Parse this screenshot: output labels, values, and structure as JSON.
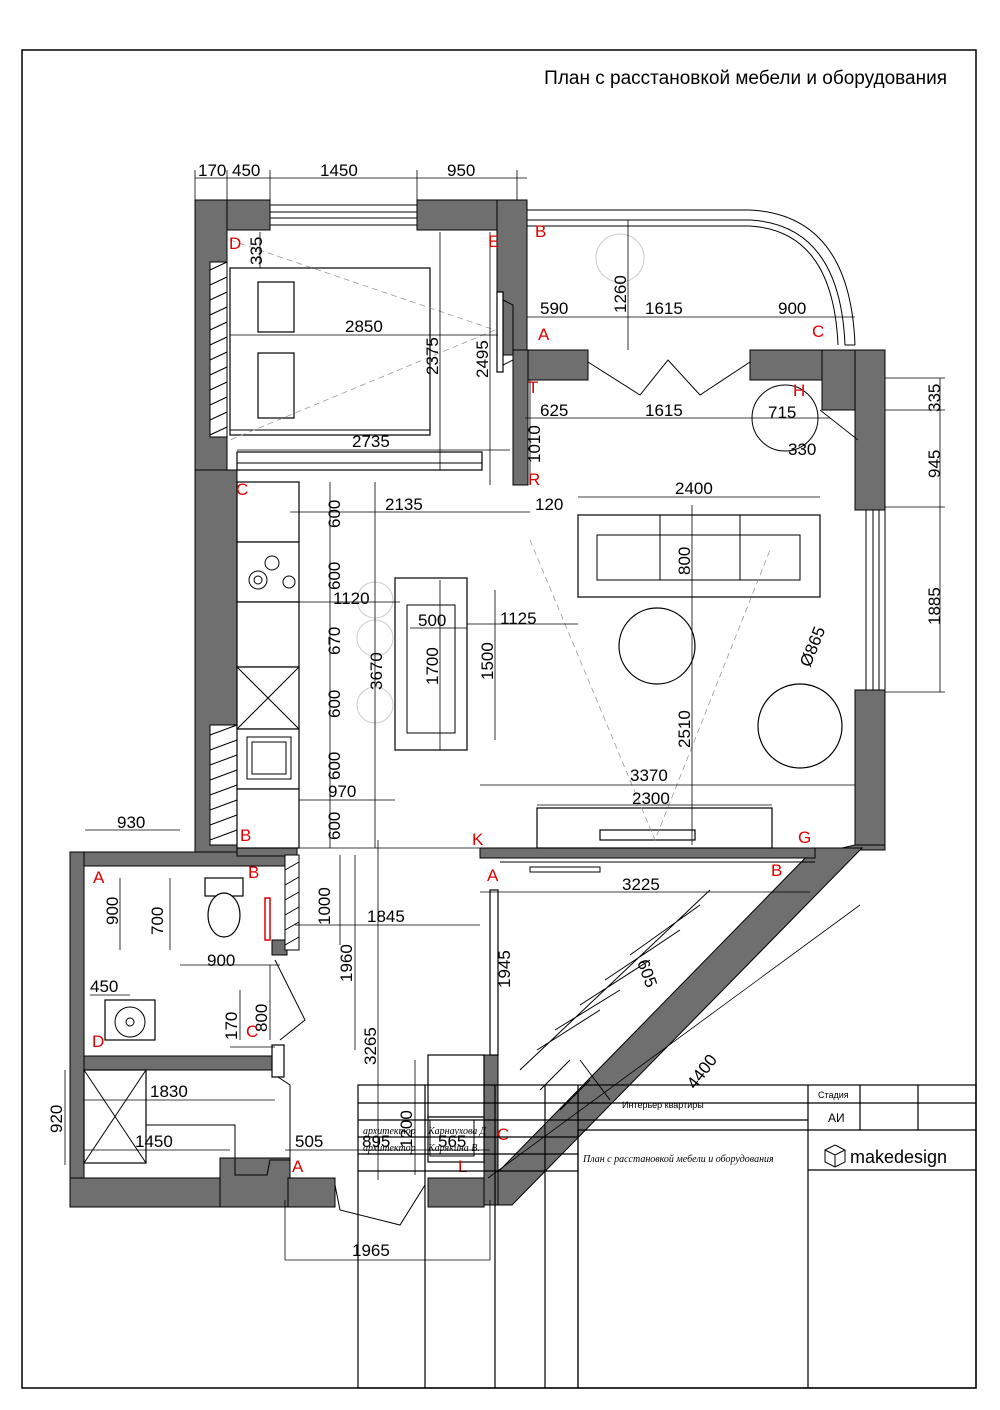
{
  "title": "План с расстановкой мебели и оборудования",
  "dimensions": {
    "d170": "170",
    "d450a": "450",
    "d1450a": "1450",
    "d950": "950",
    "d335a": "335",
    "d2850": "2850",
    "d2375": "2375",
    "d2495": "2495",
    "d2735": "2735",
    "d1260": "1260",
    "d590": "590",
    "d1615a": "1615",
    "d900a": "900",
    "d625": "625",
    "d1615b": "1615",
    "d715": "715",
    "d335b": "335",
    "d330": "330",
    "d1010": "1010",
    "d945": "945",
    "d2135": "2135",
    "d120": "120",
    "d2400": "2400",
    "d800a": "800",
    "d1885": "1885",
    "d865": "Ø865",
    "d600a": "600",
    "d600b": "600",
    "d1120": "1120",
    "d500": "500",
    "d1125": "1125",
    "d670": "670",
    "d1700": "1700",
    "d1500": "1500",
    "d3670": "3670",
    "d600c": "600",
    "d600d": "600",
    "d2510": "2510",
    "d970": "970",
    "d3370": "3370",
    "d2300": "2300",
    "d600e": "600",
    "d930": "930",
    "d3225": "3225",
    "d900b": "900",
    "d700": "700",
    "d1000": "1000",
    "d1845": "1845",
    "d1960": "1960",
    "d900c": "900",
    "d1945": "1945",
    "d605": "605",
    "d450b": "450",
    "d800b": "800",
    "d170b": "170",
    "d3265": "3265",
    "d4400": "4400",
    "d920": "920",
    "d1830": "1830",
    "d1450b": "1450",
    "d505": "505",
    "d895": "895",
    "d1200": "1200",
    "d565": "565",
    "d1965": "1965"
  },
  "labels": {
    "D1": "D",
    "E1": "E",
    "B1": "B",
    "A1": "A",
    "C1": "C",
    "T1": "T",
    "H1": "H",
    "R1": "R",
    "C2": "C",
    "B2": "B",
    "K1": "K",
    "G1": "G",
    "A2": "A",
    "B3": "B",
    "A3": "A",
    "B4": "B",
    "D2": "D",
    "C3": "C",
    "C4": "C",
    "A4": "A",
    "L1": "L"
  },
  "title_block": {
    "project": "Интерьер квартиры",
    "stage_header": "Стадия",
    "stage_value": "АИ",
    "role1": "архитектор",
    "name1": "Карнаухова Д",
    "role2": "архитектор",
    "name2": "Карякина В.",
    "sheet_name": "План с расстановкой мебели и оборудования",
    "brand": "makedesign"
  }
}
